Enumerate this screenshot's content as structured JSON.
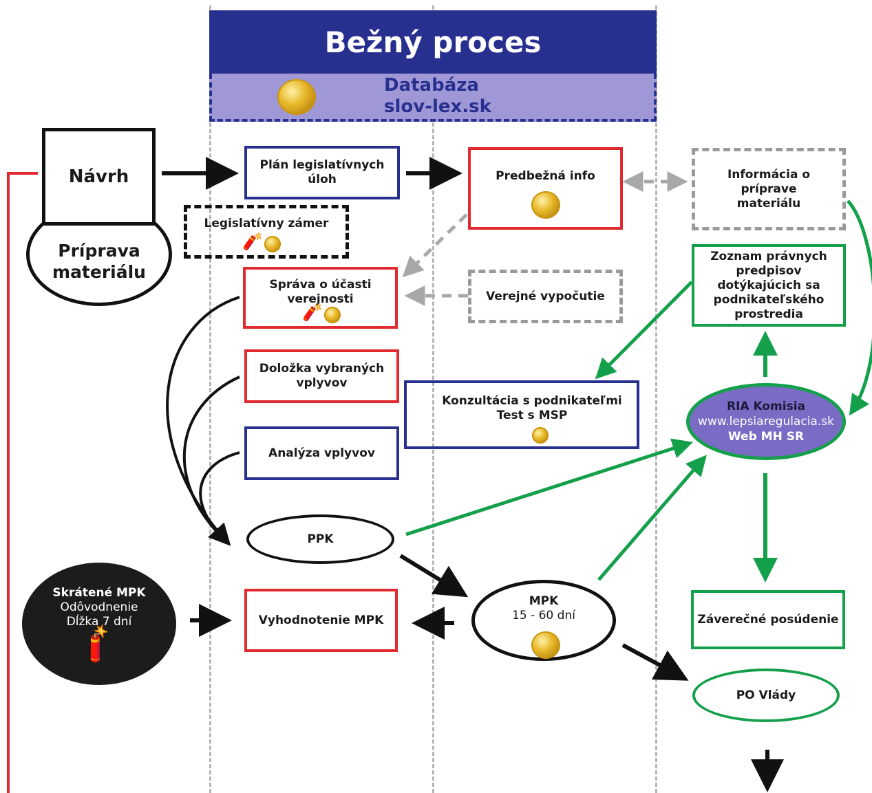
{
  "header": {
    "title": "Bežný proces"
  },
  "database": {
    "line1": "Databáza",
    "line2": "slov-lex.sk"
  },
  "nodes": {
    "navrh": "Návrh",
    "priprava": "Príprava materiálu",
    "plan": "Plán legislatívnych úloh",
    "predbezna": "Predbežná info",
    "informacia": "Informácia o príprave materiálu",
    "zamer": "Legislatívny zámer",
    "sprava": "Správa o účasti verejnosti",
    "verejne": "Verejné vypočutie",
    "zoznam": "Zoznam právnych predpisov dotýkajúcich sa podnikateľského prostredia",
    "dolozka": "Doložka vybraných vplyvov",
    "konzultacia_line1": "Konzultácia s podnikateľmi",
    "konzultacia_line2": "Test s MSP",
    "analyza": "Analýza vplyvov",
    "ria_line1": "RIA Komisia",
    "ria_line2": "www.lepsiaregulacia.sk",
    "ria_line3": "Web MH SR",
    "ppk": "PPK",
    "skratene_line1": "Skrátené MPK",
    "skratene_line2": "Odôvodnenie",
    "skratene_line3": "Dĺžka 7 dní",
    "vyhodnotenie": "Vyhodnotenie MPK",
    "mpk_line1": "MPK",
    "mpk_line2": "15 - 60 dní",
    "zaverecne": "Záverečné posúdenie",
    "po_vlady": "PO Vlády"
  },
  "colors": {
    "header": "#28308f",
    "database": "#9f97d6",
    "red_border": "#e02a2f",
    "blue_border": "#28308f",
    "green": "#14a04a",
    "ria_fill": "#7a6cc4",
    "dashed_gray": "#9a9a9a"
  },
  "icons": [
    "coin-icon",
    "firecracker-icon"
  ]
}
